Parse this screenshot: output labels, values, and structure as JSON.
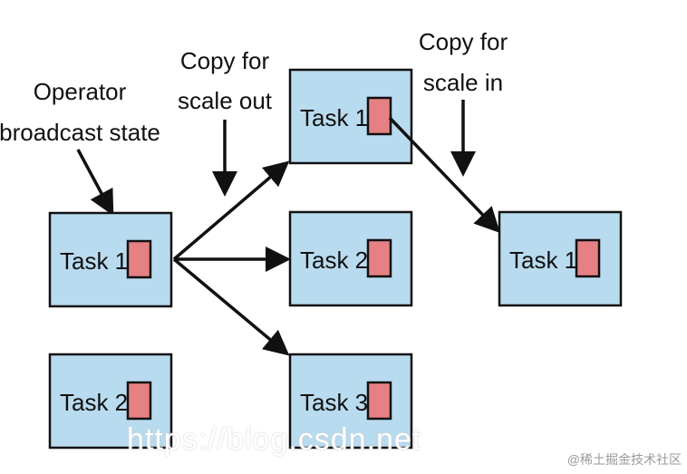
{
  "annotations": {
    "operator_state": [
      "Operator",
      "broadcast state"
    ],
    "scale_out": [
      "Copy for",
      "scale out"
    ],
    "scale_in": [
      "Copy for",
      "scale in"
    ]
  },
  "tasks": {
    "left_top": "Task 1",
    "left_bottom": "Task 2",
    "mid_1": "Task 1",
    "mid_2": "Task 2",
    "mid_3": "Task 3",
    "right": "Task 1"
  },
  "watermark": "https://blog.csdn.net",
  "credit": "@稀土掘金技术社区",
  "colors": {
    "task_fill": "#b9dbef",
    "state_fill": "#e58083",
    "stroke": "#111111"
  }
}
